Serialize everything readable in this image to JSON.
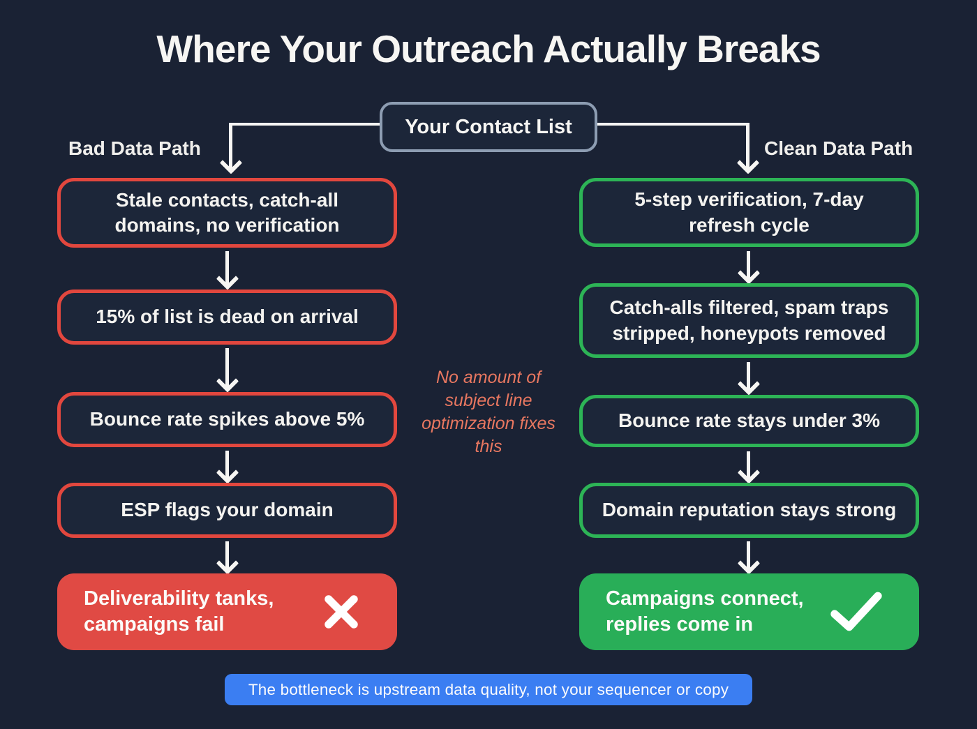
{
  "title": "Where Your Outreach Actually Breaks",
  "root_node": {
    "label": "Your Contact List"
  },
  "bad_path": {
    "label": "Bad Data Path",
    "steps": [
      "Stale contacts, catch-all domains, no verification",
      "15% of list is dead on arrival",
      "Bounce rate spikes above 5%",
      "ESP flags your domain"
    ],
    "outcome": {
      "label": "Deliverability tanks, campaigns fail",
      "icon": "x-icon"
    }
  },
  "clean_path": {
    "label": "Clean Data Path",
    "steps": [
      "5-step verification, 7-day refresh cycle",
      "Catch-alls filtered, spam traps stripped, honeypots removed",
      "Bounce rate stays under 3%",
      "Domain reputation stays strong"
    ],
    "outcome": {
      "label": "Campaigns connect, replies come in",
      "icon": "check-icon"
    }
  },
  "center_note": "No amount of subject line optimization fixes this",
  "footer_note": "The bottleneck is upstream data quality, not your sequencer or copy",
  "colors": {
    "bg": "#1a2234",
    "panel": "#1c2639",
    "red": "#e2473e",
    "red-fill": "#e04a44",
    "green": "#2db456",
    "green-fill": "#29ae58",
    "blue": "#3b7ef2",
    "slate": "#8d9db2",
    "orange": "#e87760",
    "line": "#f7f6f3",
    "text": "#f4f3f0"
  }
}
